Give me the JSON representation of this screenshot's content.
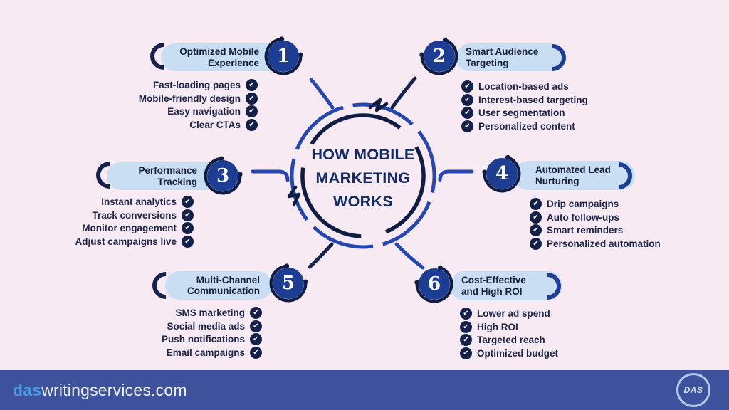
{
  "center": {
    "title": "HOW MOBILE\nMARKETING\nWORKS"
  },
  "sections": [
    {
      "num": "1",
      "title": "Optimized Mobile\nExperience",
      "items": [
        "Fast-loading pages",
        "Mobile-friendly design",
        "Easy navigation",
        "Clear CTAs"
      ]
    },
    {
      "num": "2",
      "title": "Smart Audience\nTargeting",
      "items": [
        "Location-based ads",
        "Interest-based targeting",
        "User segmentation",
        "Personalized content"
      ]
    },
    {
      "num": "3",
      "title": "Performance\nTracking",
      "items": [
        "Instant analytics",
        "Track conversions",
        "Monitor engagement",
        "Adjust campaigns live"
      ]
    },
    {
      "num": "4",
      "title": "Automated Lead\nNurturing",
      "items": [
        "Drip campaigns",
        "Auto follow-ups",
        "Smart reminders",
        "Personalized automation"
      ]
    },
    {
      "num": "5",
      "title": "Multi-Channel\nCommunication",
      "items": [
        "SMS marketing",
        "Social media ads",
        "Push notifications",
        "Email campaigns"
      ]
    },
    {
      "num": "6",
      "title": "Cost-Effective\nand High ROI",
      "items": [
        "Lower ad spend",
        "High ROI",
        "Targeted reach",
        "Optimized budget"
      ]
    }
  ],
  "icons": {
    "check": "✔"
  },
  "footer": {
    "brand_prefix": "das",
    "brand_suffix": "writingservices.com",
    "logo_text": "DAS"
  },
  "colors": {
    "background": "#f8eaf3",
    "pill": "#c9def2",
    "navy": "#16224c",
    "royal": "#1d3e94",
    "arrow_blue": "#2447b2",
    "arrow_navy": "#15234e",
    "check_bg": "#12204a",
    "item_text": "#1b2547",
    "center_text": "#0d2a6b",
    "footer_bg": "#3e519d",
    "brand_accent": "#4a9ae4",
    "brand_text": "#eef1f9"
  }
}
